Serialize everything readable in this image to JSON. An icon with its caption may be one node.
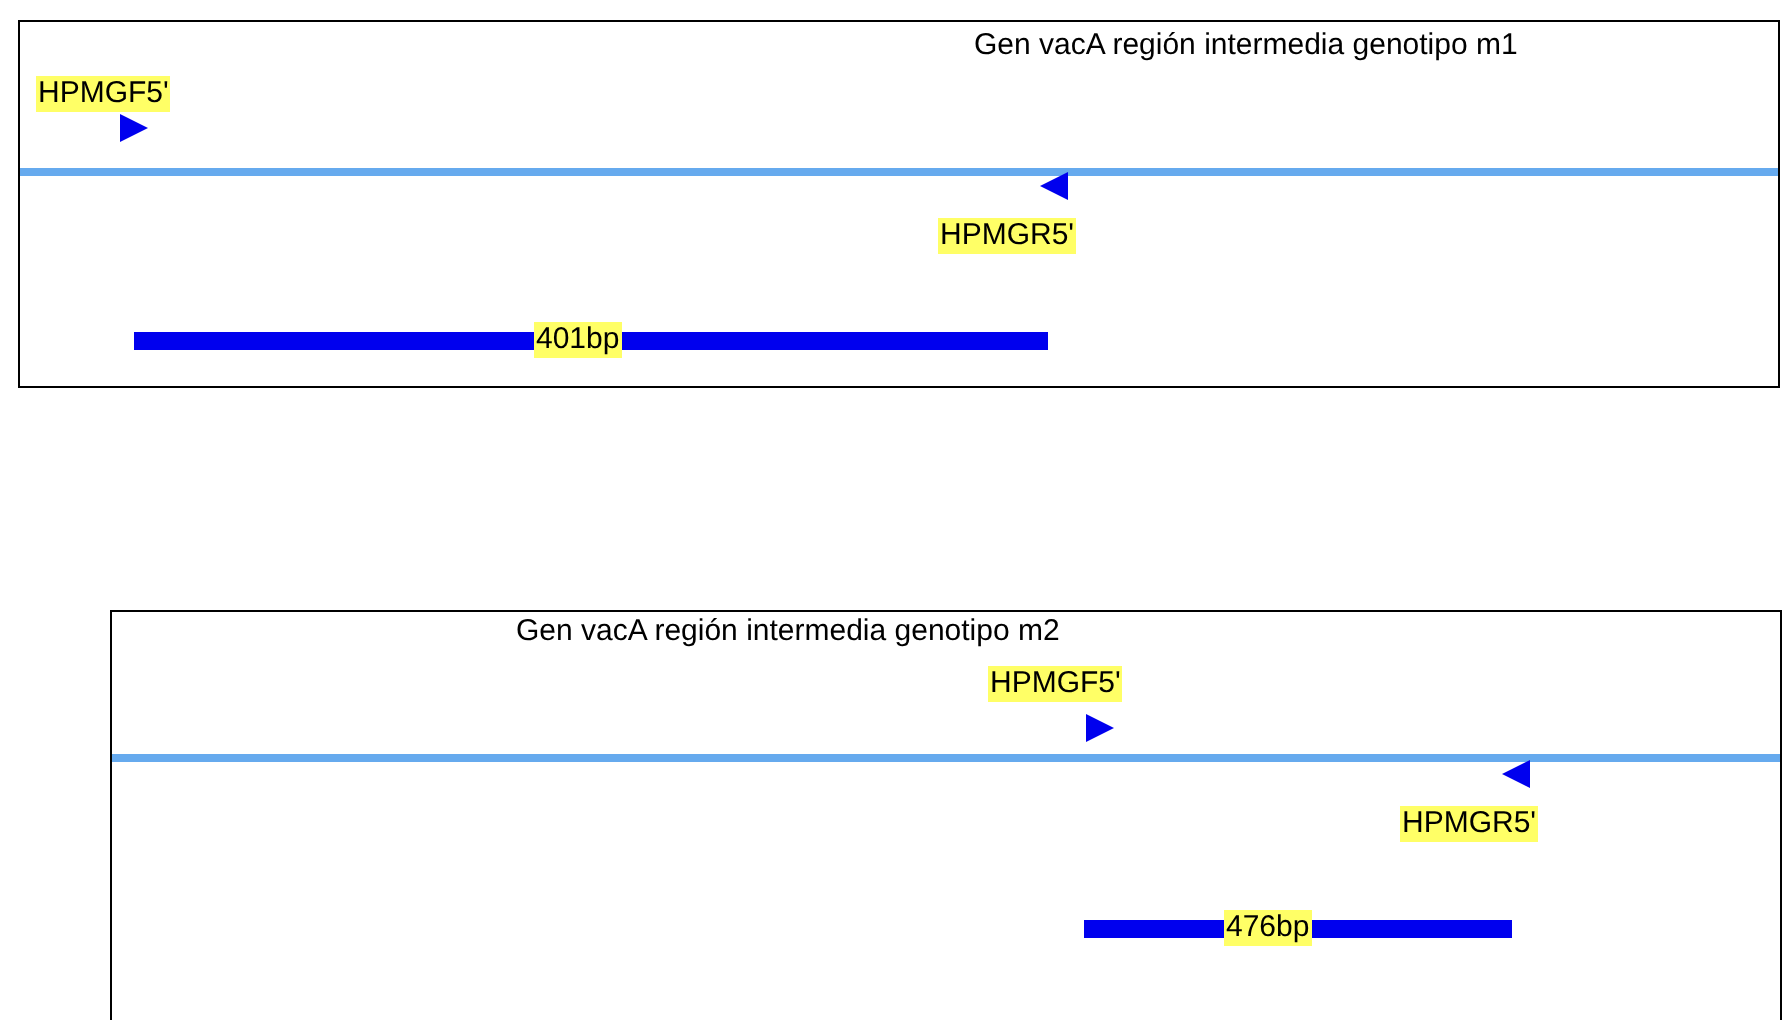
{
  "diagram": {
    "nodes": [
      {
        "text": [
          "Gen vacA región intermedia genotipo m1"
        ]
      },
      {
        "text": [
          "HPMGF5'"
        ],
        "in": 0
      },
      {
        "text": [
          "HPMGR5'"
        ],
        "in": 0
      },
      {
        "text": [
          "401bp"
        ],
        "in": 0
      },
      {
        "text": [
          "Gen vacA región intermedia genotipo m2"
        ]
      },
      {
        "text": [
          "HPMGF5'"
        ],
        "in": 4
      },
      {
        "text": [
          "HPMGR5'"
        ],
        "in": 4
      },
      {
        "text": [
          "476bp"
        ],
        "in": 4
      }
    ]
  }
}
